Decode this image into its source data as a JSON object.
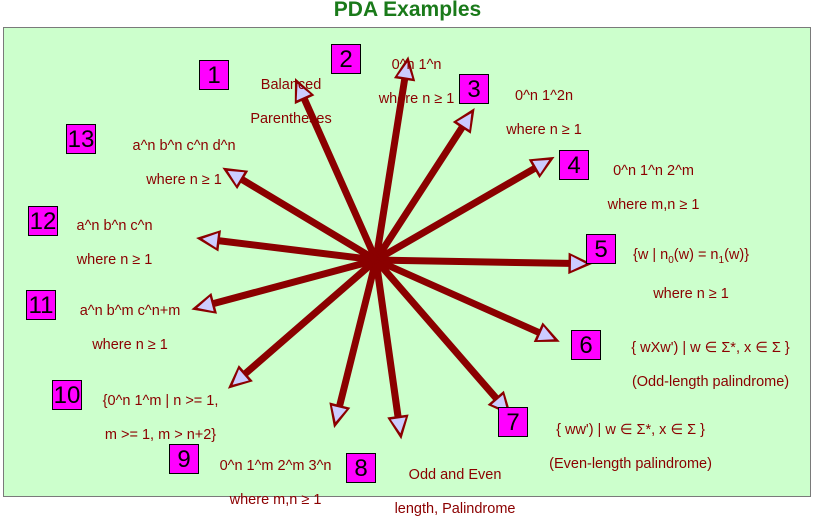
{
  "title": "PDA Examples",
  "colors": {
    "title": "#1a7a1a",
    "panel": "#ccffcc",
    "number_box": "#ff00ff",
    "arrow_stroke": "#8b0000",
    "arrow_head": "#ccccff",
    "label_text": "#8b0000"
  },
  "examples": [
    {
      "num": "1",
      "l1": "Balanced",
      "l2": "Parentheses",
      "angle_deg": -114
    },
    {
      "num": "2",
      "l1": "0^n 1^n",
      "l2": "where n ≥ 1",
      "angle_deg": -81
    },
    {
      "num": "3",
      "l1": "0^n 1^2n",
      "l2": "where n ≥ 1",
      "angle_deg": -57
    },
    {
      "num": "4",
      "l1": "0^n 1^n 2^m",
      "l2": "where m,n ≥ 1",
      "angle_deg": -30
    },
    {
      "num": "5",
      "l1": "{w | n",
      "l1_sub_a": "0",
      "l1_mid": "(w) = n",
      "l1_sub_b": "1",
      "l1_end": "(w)}",
      "l2": "where n ≥ 1",
      "angle_deg": 1
    },
    {
      "num": "6",
      "l1": "{ wXw') | w ∈ Σ*, x ∈ Σ }",
      "l2": "(Odd-length palindrome)",
      "angle_deg": 24
    },
    {
      "num": "7",
      "l1": "{ ww') | w ∈ Σ*, x ∈ Σ }",
      "l2": "(Even-length palindrome)",
      "angle_deg": 49
    },
    {
      "num": "8",
      "l1": "Odd and Even",
      "l2": "length, Palindrome",
      "angle_deg": 82
    },
    {
      "num": "9",
      "l1": "0^n 1^m 2^m 3^n",
      "l2": "where m,n ≥ 1",
      "angle_deg": 104
    },
    {
      "num": "10",
      "l1": "{0^n 1^m | n >= 1,",
      "l2": "m >= 1, m > n+2}",
      "angle_deg": 139
    },
    {
      "num": "11",
      "l1": "a^n b^m c^n+m",
      "l2": "where n ≥ 1",
      "angle_deg": 165
    },
    {
      "num": "12",
      "l1": "a^n b^n c^n",
      "l2": "where n ≥ 1",
      "angle_deg": -173
    },
    {
      "num": "13",
      "l1": "a^n b^n c^n d^n",
      "l2": "where n ≥ 1",
      "angle_deg": -149
    }
  ]
}
